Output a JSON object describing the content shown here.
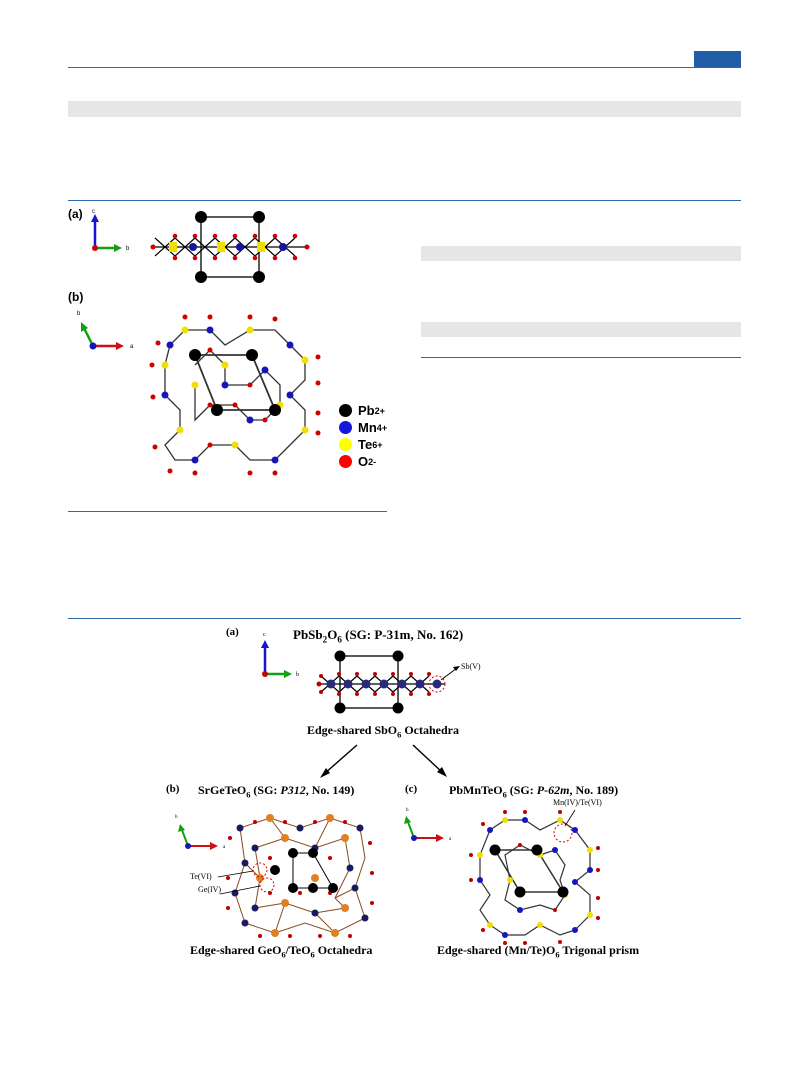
{
  "fig1": {
    "panel_a": "(a)",
    "panel_b": "(b)",
    "legend": [
      {
        "ion": "Pb",
        "charge": "2+",
        "color": "#000000"
      },
      {
        "ion": "Mn",
        "charge": "4+",
        "color": "#1515e0"
      },
      {
        "ion": "Te",
        "charge": "6+",
        "color": "#ffff00"
      },
      {
        "ion": "O",
        "charge": "2-",
        "color": "#ff0000"
      }
    ]
  },
  "fig2": {
    "panel_a": "(a)",
    "title_a_formula": "PbSb",
    "title_a_sub1": "2",
    "title_a_o": "O",
    "title_a_sub2": "6",
    "title_a_rest": " (SG: P-31m, No. 162)",
    "sb_label": "Sb(V)",
    "caption_a_pre": "Edge-shared SbO",
    "caption_a_sub": "6",
    "caption_a_post": " Octahedra",
    "panel_b": "(b)",
    "title_b_formula": "SrGeTeO",
    "title_b_sub": "6",
    "title_b_sg_pre": " (SG: ",
    "title_b_sg": "P312",
    "title_b_sg_post": ", No. 149)",
    "te_label": "Te(VI)",
    "ge_label": "Ge(IV)",
    "caption_b_pre": "Edge-shared GeO",
    "caption_b_sub1": "6",
    "caption_b_mid": "/TeO",
    "caption_b_sub2": "6",
    "caption_b_post": " Octahedra",
    "panel_c": "(c)",
    "title_c_formula": "PbMnTeO",
    "title_c_sub": "6",
    "title_c_sg_pre": " (SG: ",
    "title_c_sg": "P-62m",
    "title_c_sg_post": ", No. 189)",
    "mn_label": "Mn(IV)/Te(VI)",
    "caption_c_pre": "Edge-shared (Mn/Te)O",
    "caption_c_sub": "6",
    "caption_c_post": " Trigonal prism"
  },
  "axes": {
    "a": "a",
    "b": "b",
    "c": "c"
  }
}
